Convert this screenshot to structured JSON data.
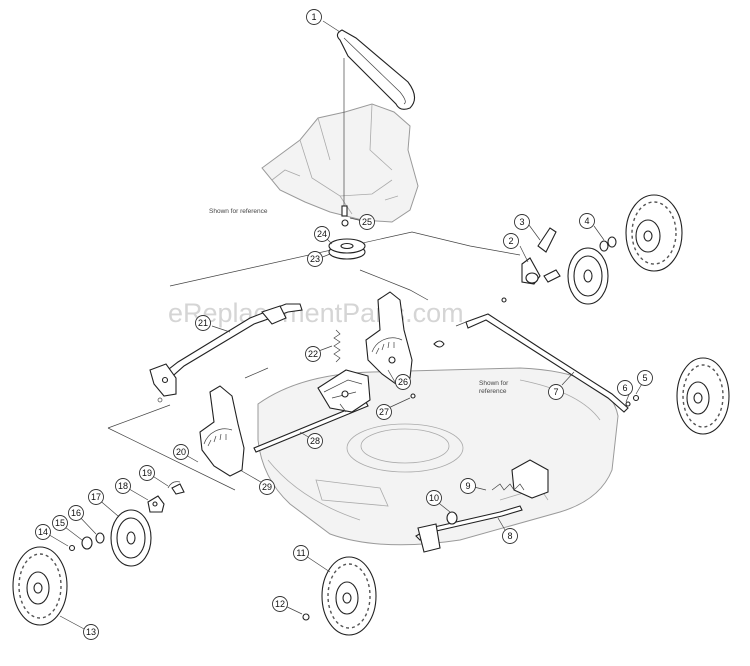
{
  "watermark": "eReplacementParts.com",
  "notes": {
    "ref_top": "Shown for reference",
    "ref_right_1": "Shown for",
    "ref_right_2": "reference"
  },
  "callouts": [
    {
      "n": "1"
    },
    {
      "n": "2"
    },
    {
      "n": "3"
    },
    {
      "n": "4"
    },
    {
      "n": "5"
    },
    {
      "n": "6"
    },
    {
      "n": "7"
    },
    {
      "n": "8"
    },
    {
      "n": "9"
    },
    {
      "n": "10"
    },
    {
      "n": "11"
    },
    {
      "n": "12"
    },
    {
      "n": "13"
    },
    {
      "n": "14"
    },
    {
      "n": "15"
    },
    {
      "n": "16"
    },
    {
      "n": "17"
    },
    {
      "n": "18"
    },
    {
      "n": "19"
    },
    {
      "n": "20"
    },
    {
      "n": "21"
    },
    {
      "n": "22"
    },
    {
      "n": "23"
    },
    {
      "n": "24"
    },
    {
      "n": "25"
    },
    {
      "n": "26"
    },
    {
      "n": "27"
    },
    {
      "n": "28"
    },
    {
      "n": "29"
    }
  ]
}
